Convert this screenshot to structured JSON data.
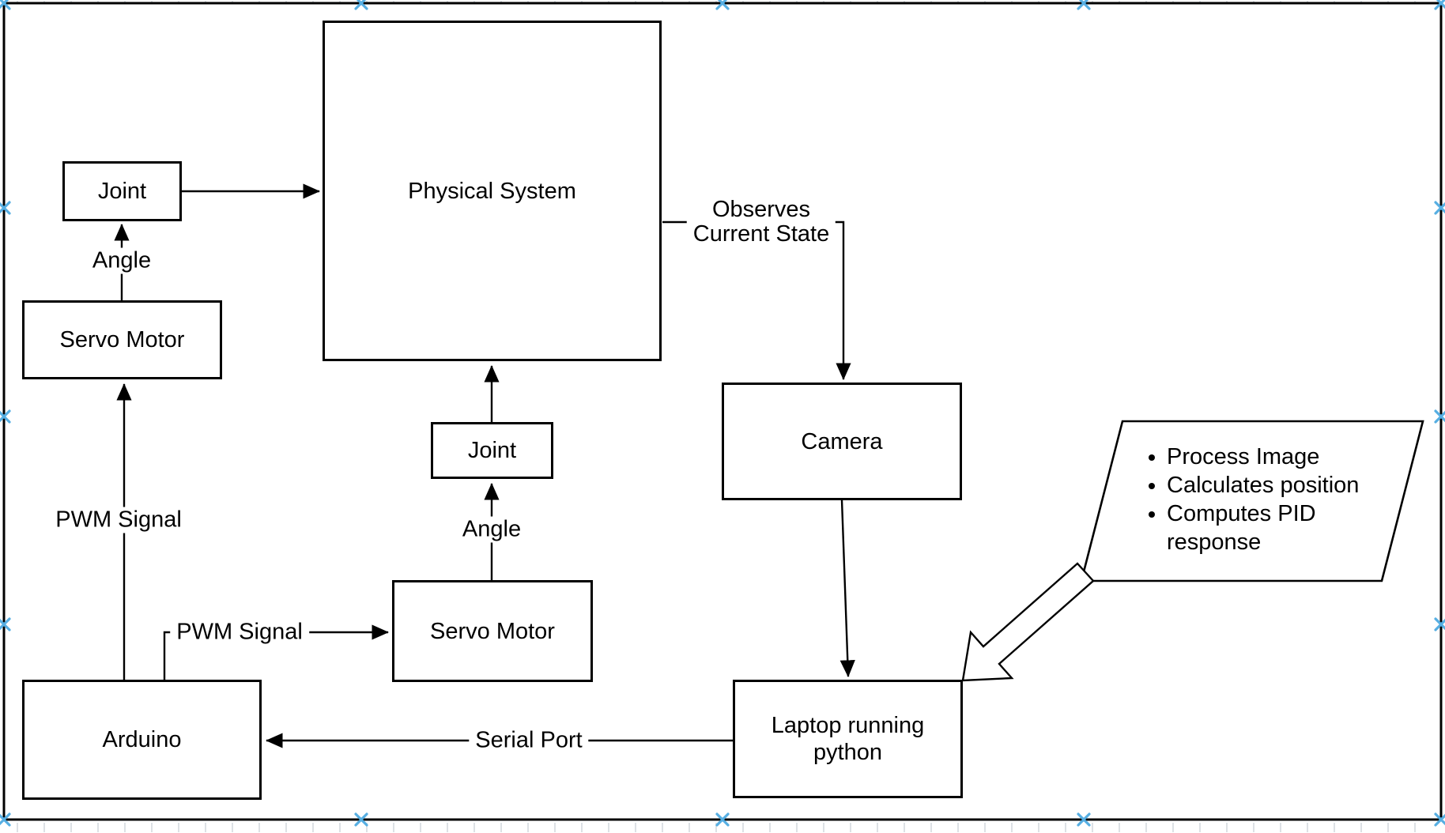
{
  "canvas": {
    "background": "#ffffff",
    "stroke_color": "#000000",
    "guide_marker_color": "#56aee2"
  },
  "nodes": {
    "joint_top": {
      "label": "Joint"
    },
    "physical_system": {
      "label": "Physical System"
    },
    "servo_motor_left": {
      "label": "Servo Motor"
    },
    "joint_middle": {
      "label": "Joint"
    },
    "servo_motor_middle": {
      "label": "Servo Motor"
    },
    "arduino": {
      "label": "Arduino"
    },
    "camera": {
      "label": "Camera"
    },
    "laptop": {
      "label": "Laptop running\npython"
    }
  },
  "edge_labels": {
    "angle_left": "Angle",
    "pwm_left": "PWM Signal",
    "angle_middle": "Angle",
    "pwm_middle": "PWM Signal",
    "serial_port": "Serial Port",
    "observes": "Observes\nCurrent State"
  },
  "note": {
    "items": [
      "Process Image",
      "Calculates position",
      "Computes PID response"
    ]
  }
}
